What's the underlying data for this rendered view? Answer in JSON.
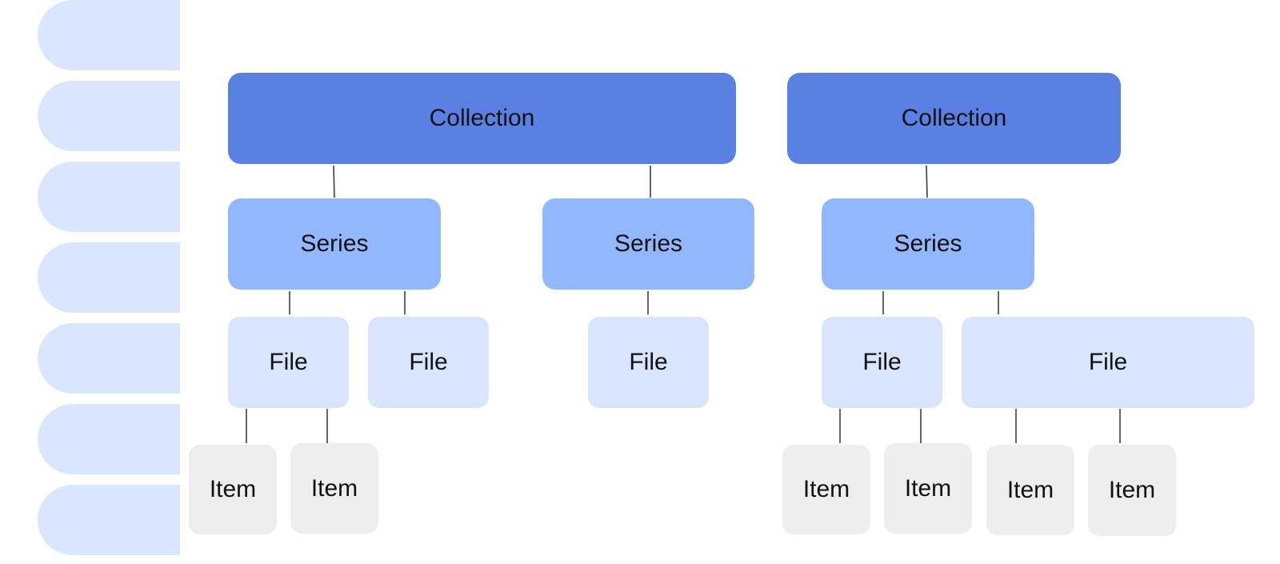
{
  "diagram": {
    "collections": [
      {
        "label": "Collection"
      },
      {
        "label": "Collection"
      }
    ],
    "series": [
      {
        "label": "Series"
      },
      {
        "label": "Series"
      },
      {
        "label": "Series"
      }
    ],
    "files": [
      {
        "label": "File"
      },
      {
        "label": "File"
      },
      {
        "label": "File"
      },
      {
        "label": "File"
      },
      {
        "label": "File"
      }
    ],
    "items": [
      {
        "label": "Item"
      },
      {
        "label": "Item"
      },
      {
        "label": "Item"
      },
      {
        "label": "Item"
      },
      {
        "label": "Item"
      },
      {
        "label": "Item"
      }
    ],
    "colors": {
      "collection": "#5a80e3",
      "series": "#91b7fc",
      "file": "#d8e5fd",
      "item": "#eeeeee",
      "side_tabs": "#d9e6fd"
    }
  }
}
